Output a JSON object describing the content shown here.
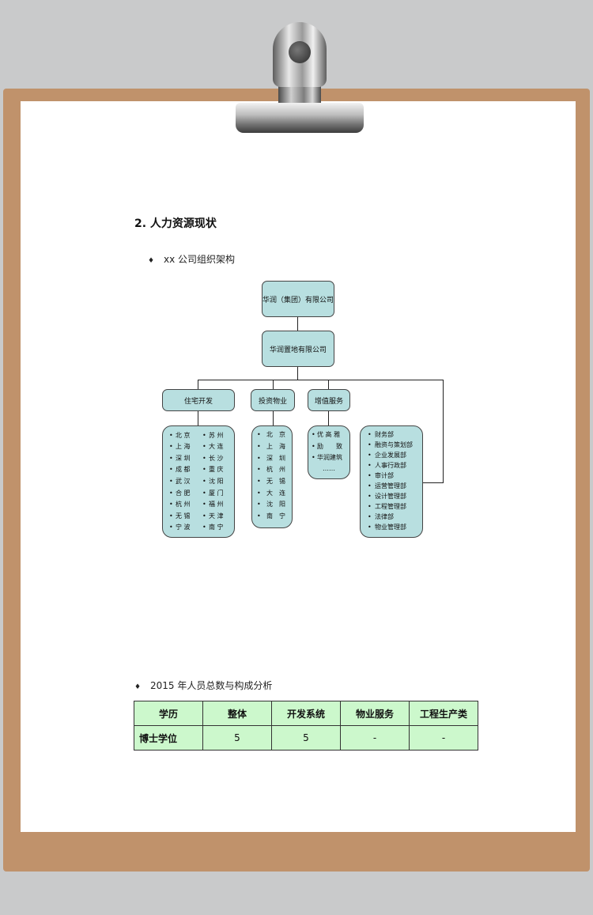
{
  "heading": "2.  人力资源现状",
  "bullets": {
    "symbol": "♦",
    "org_title": "xx 公司组织架构",
    "analysis_title": "2015 年人员总数与构成分析"
  },
  "org": {
    "root": "华润（集团）有限公司",
    "sub": "华润置地有限公司",
    "branches": [
      "住宅开发",
      "投资物业",
      "增值服务"
    ],
    "residential_left": [
      "北 京",
      "上 海",
      "深 圳",
      "成 都",
      "武 汉",
      "合 肥",
      "杭 州",
      "无 锡",
      "宁 波"
    ],
    "residential_right": [
      "苏 州",
      "大 连",
      "长 沙",
      "重 庆",
      "沈 阳",
      "厦 门",
      "福 州",
      "天 津",
      "南 宁"
    ],
    "investment": [
      "北　京",
      "上　海",
      "深　圳",
      "杭　州",
      "无　锡",
      "大　连",
      "沈　阳",
      "南　宁"
    ],
    "value_added": [
      "优 高 雅",
      "励　　致",
      "华润建筑",
      "……"
    ],
    "departments": [
      "财务部",
      "融资与策划部",
      "企业发展部",
      "人事行政部",
      "审计部",
      "运营管理部",
      "设计管理部",
      "工程管理部",
      "法律部",
      "物业管理部"
    ]
  },
  "table": {
    "headers": [
      "学历",
      "整体",
      "开发系统",
      "物业服务",
      "工程生产类"
    ],
    "rows": [
      [
        "博士学位",
        "5",
        "5",
        "-",
        "-"
      ]
    ]
  }
}
